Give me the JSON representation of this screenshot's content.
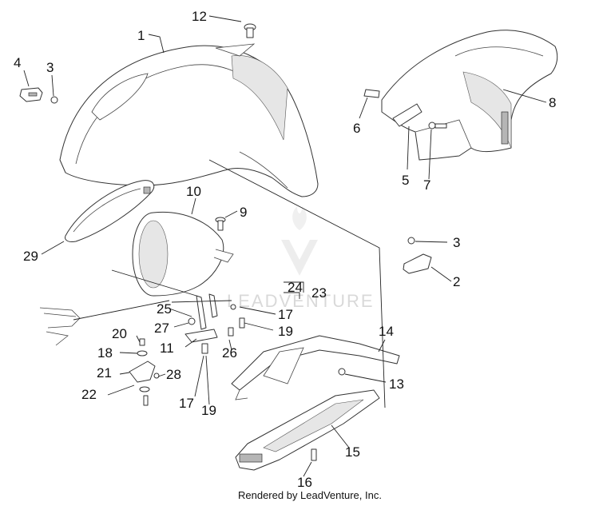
{
  "callouts": {
    "c1": "1",
    "c2": "2",
    "c3a": "3",
    "c3b": "3",
    "c4": "4",
    "c5": "5",
    "c6": "6",
    "c7": "7",
    "c8": "8",
    "c9": "9",
    "c10": "10",
    "c11": "11",
    "c12": "12",
    "c13": "13",
    "c14": "14",
    "c15": "15",
    "c16": "16",
    "c17a": "17",
    "c17b": "17",
    "c18": "18",
    "c19a": "19",
    "c19b": "19",
    "c20": "20",
    "c21": "21",
    "c22": "22",
    "c23": "23",
    "c24": "24",
    "c25": "25",
    "c26": "26",
    "c27": "27",
    "c28": "28",
    "c29": "29"
  },
  "watermark": {
    "text": "LEADVENTURE"
  },
  "footer": {
    "text": "Rendered by LeadVenture, Inc."
  }
}
